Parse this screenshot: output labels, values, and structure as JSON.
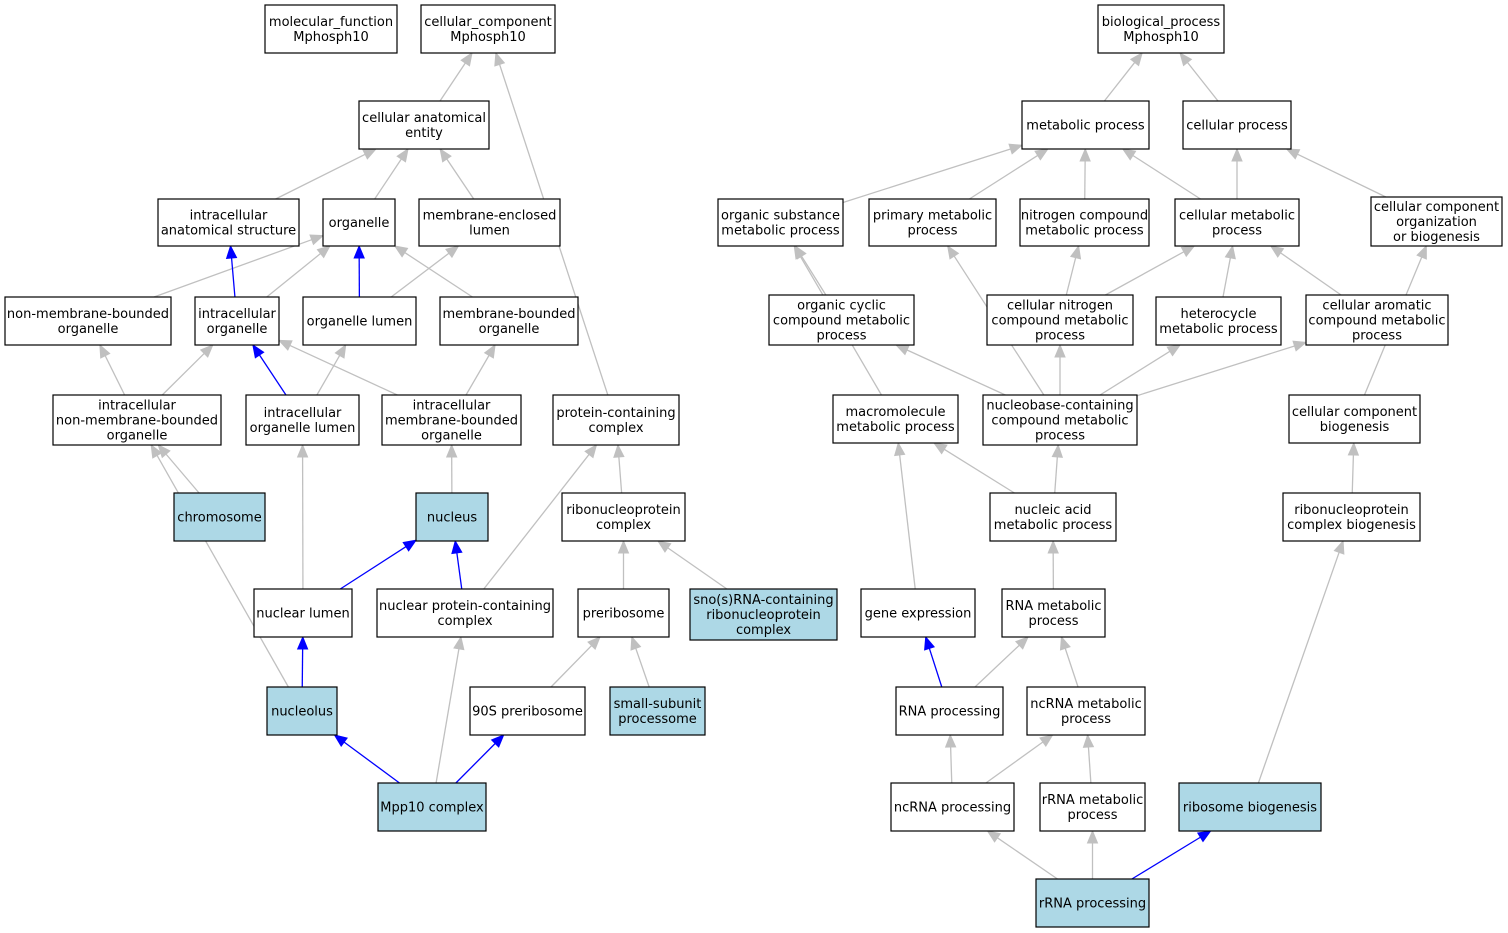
{
  "colors": {
    "annotated_fill": "#add8e6",
    "default_fill": "#ffffff",
    "gray_edge": "#c0c0c0",
    "blue_edge": "#0000ff"
  },
  "nodes": [
    {
      "id": "mf",
      "lines": [
        "molecular_function",
        "Mphosph10"
      ],
      "annotated": false
    },
    {
      "id": "cc",
      "lines": [
        "cellular_component",
        "Mphosph10"
      ],
      "annotated": false
    },
    {
      "id": "bp",
      "lines": [
        "biological_process",
        "Mphosph10"
      ],
      "annotated": false
    },
    {
      "id": "cae",
      "lines": [
        "cellular anatomical",
        "entity"
      ],
      "annotated": false
    },
    {
      "id": "ias",
      "lines": [
        "intracellular",
        "anatomical structure"
      ],
      "annotated": false
    },
    {
      "id": "org",
      "lines": [
        "organelle"
      ],
      "annotated": false
    },
    {
      "id": "mel",
      "lines": [
        "membrane-enclosed",
        "lumen"
      ],
      "annotated": false
    },
    {
      "id": "nmbo",
      "lines": [
        "non-membrane-bounded",
        "organelle"
      ],
      "annotated": false
    },
    {
      "id": "io",
      "lines": [
        "intracellular",
        "organelle"
      ],
      "annotated": false
    },
    {
      "id": "ol",
      "lines": [
        "organelle lumen"
      ],
      "annotated": false
    },
    {
      "id": "mbo",
      "lines": [
        "membrane-bounded",
        "organelle"
      ],
      "annotated": false
    },
    {
      "id": "inmbo",
      "lines": [
        "intracellular",
        "non-membrane-bounded",
        "organelle"
      ],
      "annotated": false
    },
    {
      "id": "iol",
      "lines": [
        "intracellular",
        "organelle lumen"
      ],
      "annotated": false
    },
    {
      "id": "imbo",
      "lines": [
        "intracellular",
        "membrane-bounded",
        "organelle"
      ],
      "annotated": false
    },
    {
      "id": "pcc",
      "lines": [
        "protein-containing",
        "complex"
      ],
      "annotated": false
    },
    {
      "id": "chr",
      "lines": [
        "chromosome"
      ],
      "annotated": true
    },
    {
      "id": "nuc",
      "lines": [
        "nucleus"
      ],
      "annotated": true
    },
    {
      "id": "rnp",
      "lines": [
        "ribonucleoprotein",
        "complex"
      ],
      "annotated": false
    },
    {
      "id": "nl",
      "lines": [
        "nuclear lumen"
      ],
      "annotated": false
    },
    {
      "id": "npcc",
      "lines": [
        "nuclear protein-containing",
        "complex"
      ],
      "annotated": false
    },
    {
      "id": "prib",
      "lines": [
        "preribosome"
      ],
      "annotated": false
    },
    {
      "id": "sno",
      "lines": [
        "sno(s)RNA-containing",
        "ribonucleoprotein",
        "complex"
      ],
      "annotated": true
    },
    {
      "id": "nucl",
      "lines": [
        "nucleolus"
      ],
      "annotated": true
    },
    {
      "id": "p90",
      "lines": [
        "90S preribosome"
      ],
      "annotated": false
    },
    {
      "id": "ssp",
      "lines": [
        "small-subunit",
        "processome"
      ],
      "annotated": true
    },
    {
      "id": "mpp",
      "lines": [
        "Mpp10 complex"
      ],
      "annotated": true
    },
    {
      "id": "mp",
      "lines": [
        "metabolic process"
      ],
      "annotated": false
    },
    {
      "id": "cp",
      "lines": [
        "cellular process"
      ],
      "annotated": false
    },
    {
      "id": "osmp",
      "lines": [
        "organic substance",
        "metabolic process"
      ],
      "annotated": false
    },
    {
      "id": "pmp",
      "lines": [
        "primary metabolic",
        "process"
      ],
      "annotated": false
    },
    {
      "id": "ncmp",
      "lines": [
        "nitrogen compound",
        "metabolic process"
      ],
      "annotated": false
    },
    {
      "id": "cmp",
      "lines": [
        "cellular metabolic",
        "process"
      ],
      "annotated": false
    },
    {
      "id": "ccob",
      "lines": [
        "cellular component",
        "organization",
        "or biogenesis"
      ],
      "annotated": false
    },
    {
      "id": "occmp",
      "lines": [
        "organic cyclic",
        "compound metabolic",
        "process"
      ],
      "annotated": false
    },
    {
      "id": "cncmp",
      "lines": [
        "cellular nitrogen",
        "compound metabolic",
        "process"
      ],
      "annotated": false
    },
    {
      "id": "hmp",
      "lines": [
        "heterocycle",
        "metabolic process"
      ],
      "annotated": false
    },
    {
      "id": "cacmp",
      "lines": [
        "cellular aromatic",
        "compound metabolic",
        "process"
      ],
      "annotated": false
    },
    {
      "id": "mmp",
      "lines": [
        "macromolecule",
        "metabolic process"
      ],
      "annotated": false
    },
    {
      "id": "nbcmp",
      "lines": [
        "nucleobase-containing",
        "compound metabolic",
        "process"
      ],
      "annotated": false
    },
    {
      "id": "ccb",
      "lines": [
        "cellular component",
        "biogenesis"
      ],
      "annotated": false
    },
    {
      "id": "namp",
      "lines": [
        "nucleic acid",
        "metabolic process"
      ],
      "annotated": false
    },
    {
      "id": "rnpcb",
      "lines": [
        "ribonucleoprotein",
        "complex biogenesis"
      ],
      "annotated": false
    },
    {
      "id": "ge",
      "lines": [
        "gene expression"
      ],
      "annotated": false
    },
    {
      "id": "rmp",
      "lines": [
        "RNA metabolic",
        "process"
      ],
      "annotated": false
    },
    {
      "id": "rp",
      "lines": [
        "RNA processing"
      ],
      "annotated": false
    },
    {
      "id": "ncrmp",
      "lines": [
        "ncRNA metabolic",
        "process"
      ],
      "annotated": false
    },
    {
      "id": "ncrp",
      "lines": [
        "ncRNA processing"
      ],
      "annotated": false
    },
    {
      "id": "rrmp",
      "lines": [
        "rRNA metabolic",
        "process"
      ],
      "annotated": false
    },
    {
      "id": "rb",
      "lines": [
        "ribosome biogenesis"
      ],
      "annotated": true
    },
    {
      "id": "rrp",
      "lines": [
        "rRNA processing"
      ],
      "annotated": true
    }
  ],
  "edges": [
    {
      "from": "cae",
      "to": "cc",
      "rel": "is_a"
    },
    {
      "from": "pcc",
      "to": "cc",
      "rel": "is_a"
    },
    {
      "from": "ias",
      "to": "cae",
      "rel": "is_a"
    },
    {
      "from": "org",
      "to": "cae",
      "rel": "is_a"
    },
    {
      "from": "mel",
      "to": "cae",
      "rel": "is_a"
    },
    {
      "from": "nmbo",
      "to": "org",
      "rel": "is_a"
    },
    {
      "from": "io",
      "to": "org",
      "rel": "is_a"
    },
    {
      "from": "mbo",
      "to": "org",
      "rel": "is_a"
    },
    {
      "from": "ol",
      "to": "org",
      "rel": "part_of"
    },
    {
      "from": "ol",
      "to": "mel",
      "rel": "is_a"
    },
    {
      "from": "io",
      "to": "ias",
      "rel": "part_of"
    },
    {
      "from": "inmbo",
      "to": "nmbo",
      "rel": "is_a"
    },
    {
      "from": "inmbo",
      "to": "io",
      "rel": "is_a"
    },
    {
      "from": "iol",
      "to": "io",
      "rel": "part_of"
    },
    {
      "from": "iol",
      "to": "ol",
      "rel": "is_a"
    },
    {
      "from": "imbo",
      "to": "io",
      "rel": "is_a"
    },
    {
      "from": "imbo",
      "to": "mbo",
      "rel": "is_a"
    },
    {
      "from": "chr",
      "to": "inmbo",
      "rel": "is_a"
    },
    {
      "from": "nucl",
      "to": "inmbo",
      "rel": "is_a"
    },
    {
      "from": "nuc",
      "to": "imbo",
      "rel": "is_a"
    },
    {
      "from": "nl",
      "to": "iol",
      "rel": "is_a"
    },
    {
      "from": "nl",
      "to": "nuc",
      "rel": "part_of"
    },
    {
      "from": "npcc",
      "to": "nuc",
      "rel": "part_of"
    },
    {
      "from": "npcc",
      "to": "pcc",
      "rel": "is_a"
    },
    {
      "from": "rnp",
      "to": "pcc",
      "rel": "is_a"
    },
    {
      "from": "prib",
      "to": "rnp",
      "rel": "is_a"
    },
    {
      "from": "sno",
      "to": "rnp",
      "rel": "is_a"
    },
    {
      "from": "nucl",
      "to": "nl",
      "rel": "part_of"
    },
    {
      "from": "p90",
      "to": "prib",
      "rel": "is_a"
    },
    {
      "from": "ssp",
      "to": "prib",
      "rel": "is_a"
    },
    {
      "from": "mpp",
      "to": "nucl",
      "rel": "part_of"
    },
    {
      "from": "mpp",
      "to": "npcc",
      "rel": "is_a"
    },
    {
      "from": "mpp",
      "to": "p90",
      "rel": "part_of"
    },
    {
      "from": "mp",
      "to": "bp",
      "rel": "is_a"
    },
    {
      "from": "cp",
      "to": "bp",
      "rel": "is_a"
    },
    {
      "from": "osmp",
      "to": "mp",
      "rel": "is_a"
    },
    {
      "from": "pmp",
      "to": "mp",
      "rel": "is_a"
    },
    {
      "from": "ncmp",
      "to": "mp",
      "rel": "is_a"
    },
    {
      "from": "cmp",
      "to": "mp",
      "rel": "is_a"
    },
    {
      "from": "cmp",
      "to": "cp",
      "rel": "is_a"
    },
    {
      "from": "ccob",
      "to": "cp",
      "rel": "is_a"
    },
    {
      "from": "occmp",
      "to": "osmp",
      "rel": "is_a"
    },
    {
      "from": "mmp",
      "to": "osmp",
      "rel": "is_a"
    },
    {
      "from": "nbcmp",
      "to": "pmp",
      "rel": "is_a"
    },
    {
      "from": "cncmp",
      "to": "ncmp",
      "rel": "is_a"
    },
    {
      "from": "cncmp",
      "to": "cmp",
      "rel": "is_a"
    },
    {
      "from": "hmp",
      "to": "cmp",
      "rel": "is_a"
    },
    {
      "from": "cacmp",
      "to": "cmp",
      "rel": "is_a"
    },
    {
      "from": "nbcmp",
      "to": "occmp",
      "rel": "is_a"
    },
    {
      "from": "nbcmp",
      "to": "cncmp",
      "rel": "is_a"
    },
    {
      "from": "nbcmp",
      "to": "hmp",
      "rel": "is_a"
    },
    {
      "from": "nbcmp",
      "to": "cacmp",
      "rel": "is_a"
    },
    {
      "from": "ccb",
      "to": "ccob",
      "rel": "is_a"
    },
    {
      "from": "namp",
      "to": "mmp",
      "rel": "is_a"
    },
    {
      "from": "namp",
      "to": "nbcmp",
      "rel": "is_a"
    },
    {
      "from": "ge",
      "to": "mmp",
      "rel": "is_a"
    },
    {
      "from": "rnpcb",
      "to": "ccb",
      "rel": "is_a"
    },
    {
      "from": "rmp",
      "to": "namp",
      "rel": "is_a"
    },
    {
      "from": "rp",
      "to": "ge",
      "rel": "part_of"
    },
    {
      "from": "rp",
      "to": "rmp",
      "rel": "is_a"
    },
    {
      "from": "ncrmp",
      "to": "rmp",
      "rel": "is_a"
    },
    {
      "from": "ncrp",
      "to": "rp",
      "rel": "is_a"
    },
    {
      "from": "ncrp",
      "to": "ncrmp",
      "rel": "is_a"
    },
    {
      "from": "rrmp",
      "to": "ncrmp",
      "rel": "is_a"
    },
    {
      "from": "rb",
      "to": "rnpcb",
      "rel": "is_a"
    },
    {
      "from": "rrp",
      "to": "ncrp",
      "rel": "is_a"
    },
    {
      "from": "rrp",
      "to": "rrmp",
      "rel": "is_a"
    },
    {
      "from": "rrp",
      "to": "rb",
      "rel": "part_of"
    }
  ]
}
